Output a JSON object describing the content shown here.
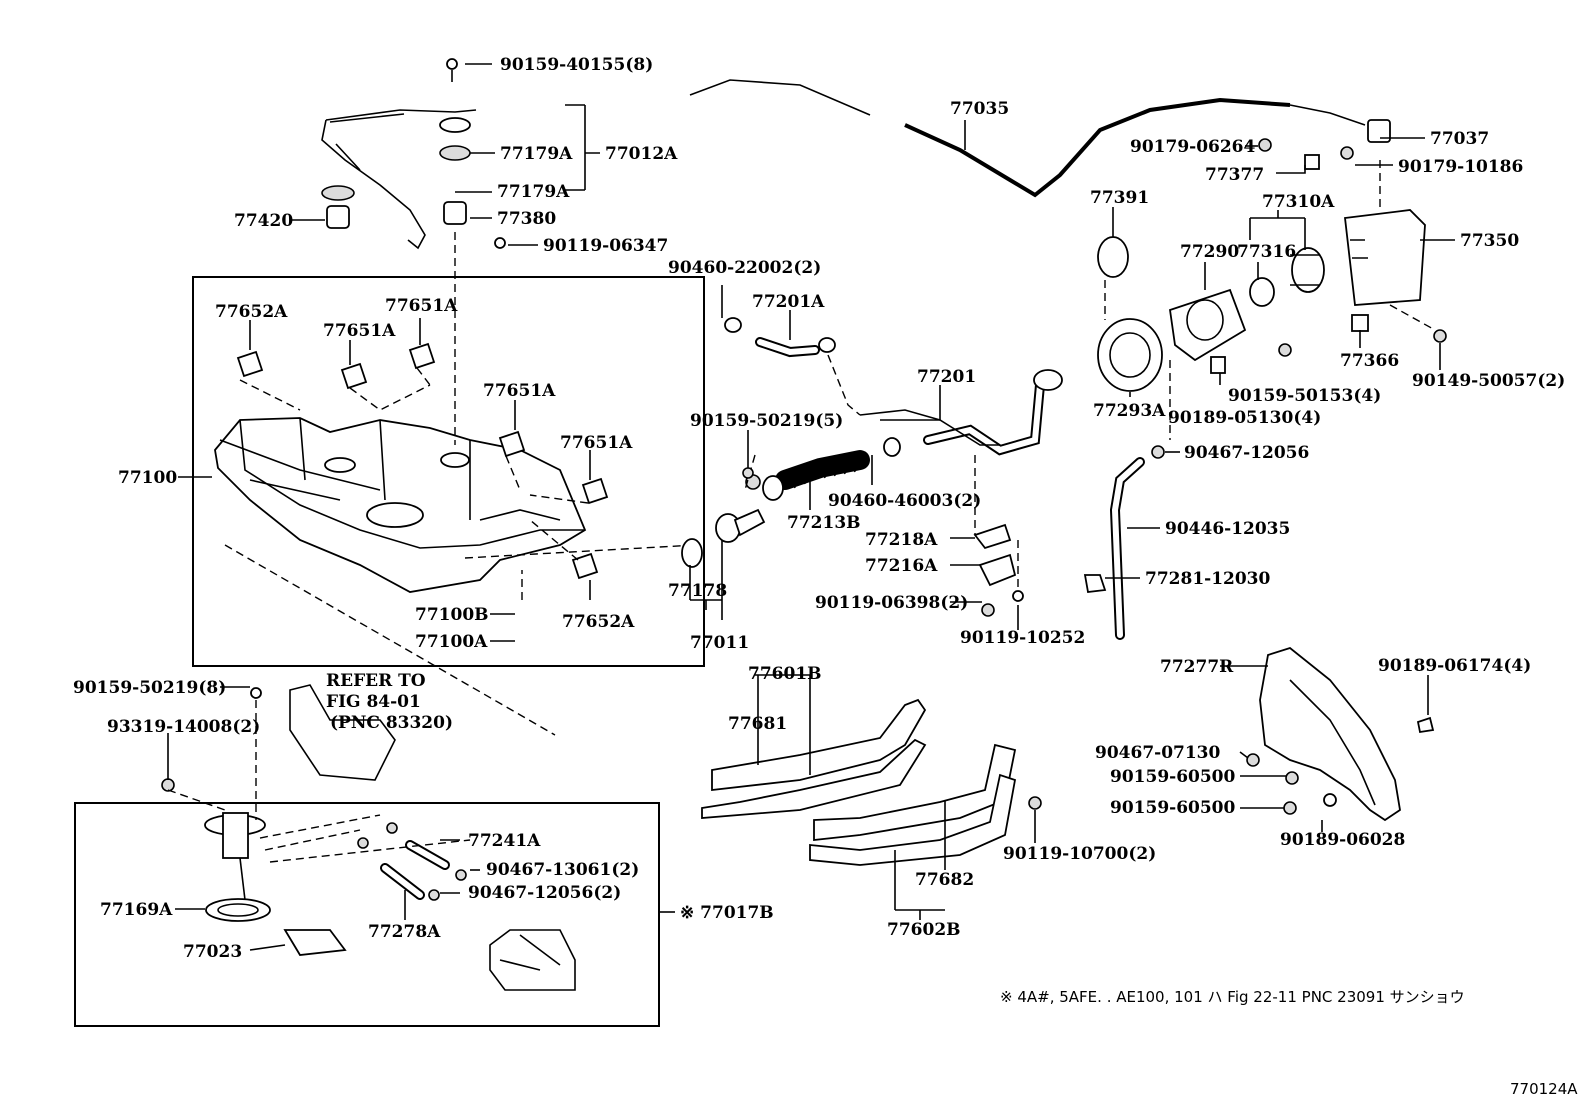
{
  "diagram": {
    "figure_code": "770124A",
    "callouts": [
      "90159-40155(8)",
      "77179A",
      "77012A",
      "77179A",
      "77380",
      "77420",
      "90119-06347",
      "77652A",
      "77651A",
      "77651A",
      "77651A",
      "77651A",
      "77100",
      "77100B",
      "77100A",
      "77652A",
      "77035",
      "77037",
      "90179-06264",
      "77377",
      "90179-10186",
      "77391",
      "77310A",
      "77350",
      "77290",
      "77316",
      "77366",
      "90149-50057(2)",
      "90159-50153(4)",
      "90189-05130(4)",
      "77293A",
      "90467-12056",
      "90460-22002(2)",
      "77201A",
      "77201",
      "90159-50219(5)",
      "90460-46003(2)",
      "77213B",
      "77218A",
      "77216A",
      "90119-06398(2)",
      "90119-10252",
      "77178",
      "77011",
      "90446-12035",
      "77281-12030",
      "77277R",
      "90189-06174(4)",
      "90467-07130",
      "90159-60500",
      "90159-60500",
      "90189-06028",
      "77601B",
      "77681",
      "77682",
      "77602B",
      "90119-10700(2)",
      "90159-50219(8)",
      "93319-14008(2)",
      "REFER TO",
      "FIG 84-01",
      "(PNC 83320)",
      "77241A",
      "90467-13061(2)",
      "90467-12056(2)",
      "77278A",
      "77169A",
      "77023",
      "※ 77017B"
    ],
    "footnote": "※  4A#, 5AFE. . AE100, 101 ハ Fig 22-11 PNC 23091 サンショウ"
  }
}
